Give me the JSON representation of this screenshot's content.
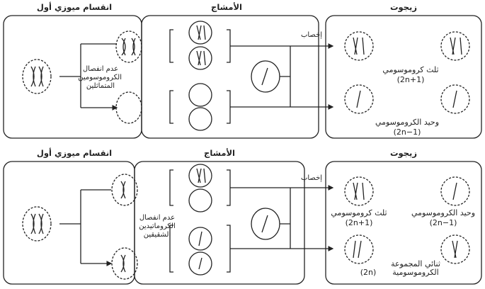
{
  "top": {
    "meiosis_heading": "انقسام ميوزي أول",
    "gametes_heading": "الأمشاج",
    "zygote_heading": "زيجوت",
    "nondisjunction_label_1": "عدم انفصال",
    "nondisjunction_label_2": "الكروموسومين",
    "nondisjunction_label_3": "المتماثلين",
    "fertilization_label": "إخصاب",
    "trisomy_label": "ثلث كروموسومي",
    "trisomy_formula": "(2n+1)",
    "monosomy_label": "وحيد الكروموسومي",
    "monosomy_formula": "(2n−1)"
  },
  "bottom": {
    "meiosis_heading": "انقسام ميوزي أول",
    "gametes_heading": "الأمشاج",
    "zygote_heading": "زيجوت",
    "nondisjunction_label_1": "عدم انفصال",
    "nondisjunction_label_2": "الكروماتيدين",
    "nondisjunction_label_3": "الشقيقين",
    "fertilization_label": "إخصاب",
    "trisomy_label": "ثلث كروموسومي",
    "trisomy_formula": "(2n+1)",
    "monosomy_label": "وحيد الكروموسومي",
    "monosomy_formula": "(2n−1)",
    "diploid_label_1": "ثنائي المجموعة",
    "diploid_label_2": "الكروموسومية",
    "diploid_formula": "(2n)"
  }
}
